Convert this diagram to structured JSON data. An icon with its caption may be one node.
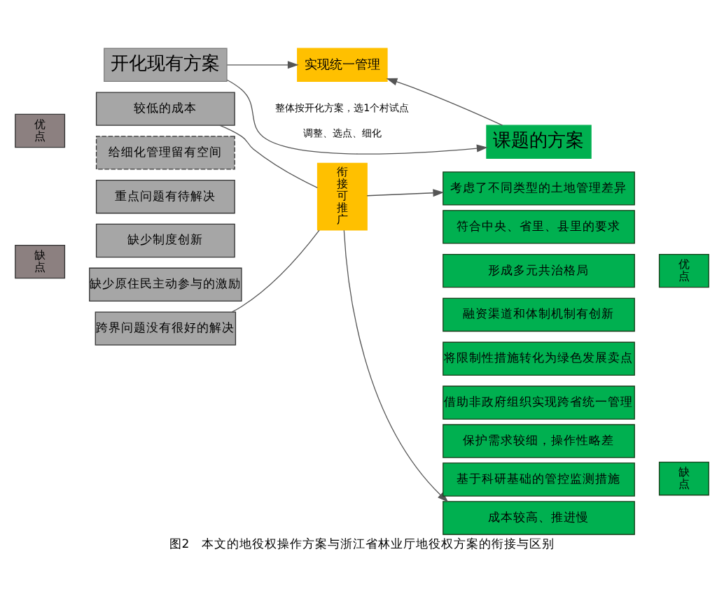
{
  "diagram": {
    "caption": "图2　本文的地役权操作方案与浙江省林业厅地役权方案的衔接与区别",
    "nodes": [
      {
        "text": [
          "实现统一管理"
        ]
      },
      {
        "text": [
          "开化现有方案"
        ]
      },
      {
        "text": [
          "课题的方案"
        ]
      },
      {
        "text": [
          "优点"
        ]
      },
      {
        "text": [
          "较低的成本"
        ]
      },
      {
        "text": [
          "给细化管理留有空间"
        ]
      },
      {
        "text": [
          "缺点"
        ]
      },
      {
        "text": [
          "重点问题有待解决"
        ]
      },
      {
        "text": [
          "缺少制度创新"
        ]
      },
      {
        "text": [
          "缺少原住民主动参与的激励"
        ]
      },
      {
        "text": [
          "跨界问题没有很好的解决"
        ]
      },
      {
        "text": [
          "衔接可推广"
        ]
      },
      {
        "text": [
          "考虑了不同类型的土地管理差异"
        ]
      },
      {
        "text": [
          "基于科研基础的管控监测措施"
        ]
      },
      {
        "text": [
          "符合中央、省里、县里的要求"
        ]
      },
      {
        "text": [
          "形成多元共治格局"
        ]
      },
      {
        "text": [
          "融资渠道和体制机制有创新"
        ]
      },
      {
        "text": [
          "将限制性措施转化为绿色发展卖点"
        ]
      },
      {
        "text": [
          "借助非政府组织实现跨省统一管理"
        ]
      },
      {
        "text": [
          "优点"
        ]
      },
      {
        "text": [
          "成本较高、推进慢"
        ]
      },
      {
        "text": [
          "保护需求较细，操作性略差"
        ]
      },
      {
        "text": [
          "缺点"
        ]
      }
    ],
    "edges": [
      {
        "from": 1,
        "to": 0,
        "arrow": "to"
      },
      {
        "from": 2,
        "to": 0,
        "arrow": "to"
      },
      {
        "from": 1,
        "to": 2,
        "arrow": "to",
        "label": "调整、选点、细化"
      },
      {
        "from": 4,
        "to": 11,
        "arrow": "none"
      },
      {
        "from": 10,
        "to": 11,
        "arrow": "none"
      },
      {
        "from": 11,
        "to": 12,
        "arrow": "to"
      },
      {
        "from": 11,
        "to": 20,
        "arrow": "to"
      }
    ],
    "labels": [
      "整体按开化方案，选1个村试点"
    ]
  }
}
